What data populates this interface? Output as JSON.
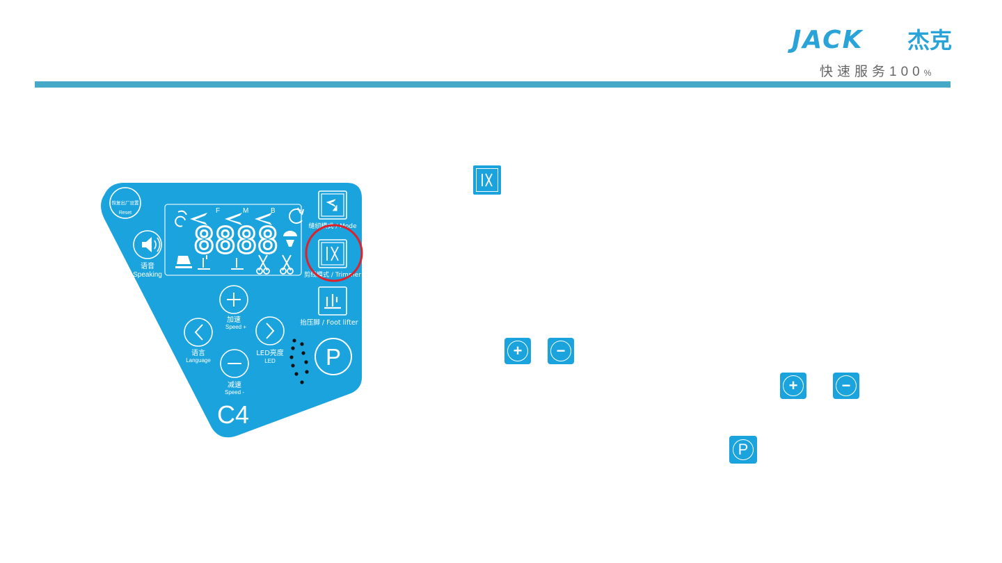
{
  "header": {
    "logo_text": "JACK",
    "logo_cn": "杰克",
    "slogan": "快速服务100",
    "slogan_pct": "%"
  },
  "panel": {
    "reset_cn": "恢复出厂设置",
    "reset_en": "Reset",
    "speaking_cn": "语音",
    "speaking_en": "Speaking",
    "display_digits": "8888",
    "sewing_mode_label": "缝纫模式 / Mode",
    "trimmer_mode_label": "剪线模式 / Trimmer",
    "foot_lifter_label": "抬压脚 / Foot lifter",
    "speed_up_cn": "加速",
    "speed_up_en": "Speed +",
    "language_cn": "语言",
    "language_en": "Language",
    "led_cn": "LED亮度",
    "led_en": "LED",
    "speed_down_cn": "减速",
    "speed_down_en": "Speed -",
    "p_key": "P",
    "model": "C4",
    "ind_f": "F",
    "ind_m": "M",
    "ind_b": "B"
  },
  "icons": {
    "trimmer": "trimmer-mode-icon",
    "plus": "plus-icon",
    "minus": "minus-icon",
    "p": "p-key-icon"
  },
  "colors": {
    "panel": "#1aa3dd",
    "bar": "#47a9c8",
    "highlight": "#e0202a",
    "logo": "#2aa3d8"
  }
}
